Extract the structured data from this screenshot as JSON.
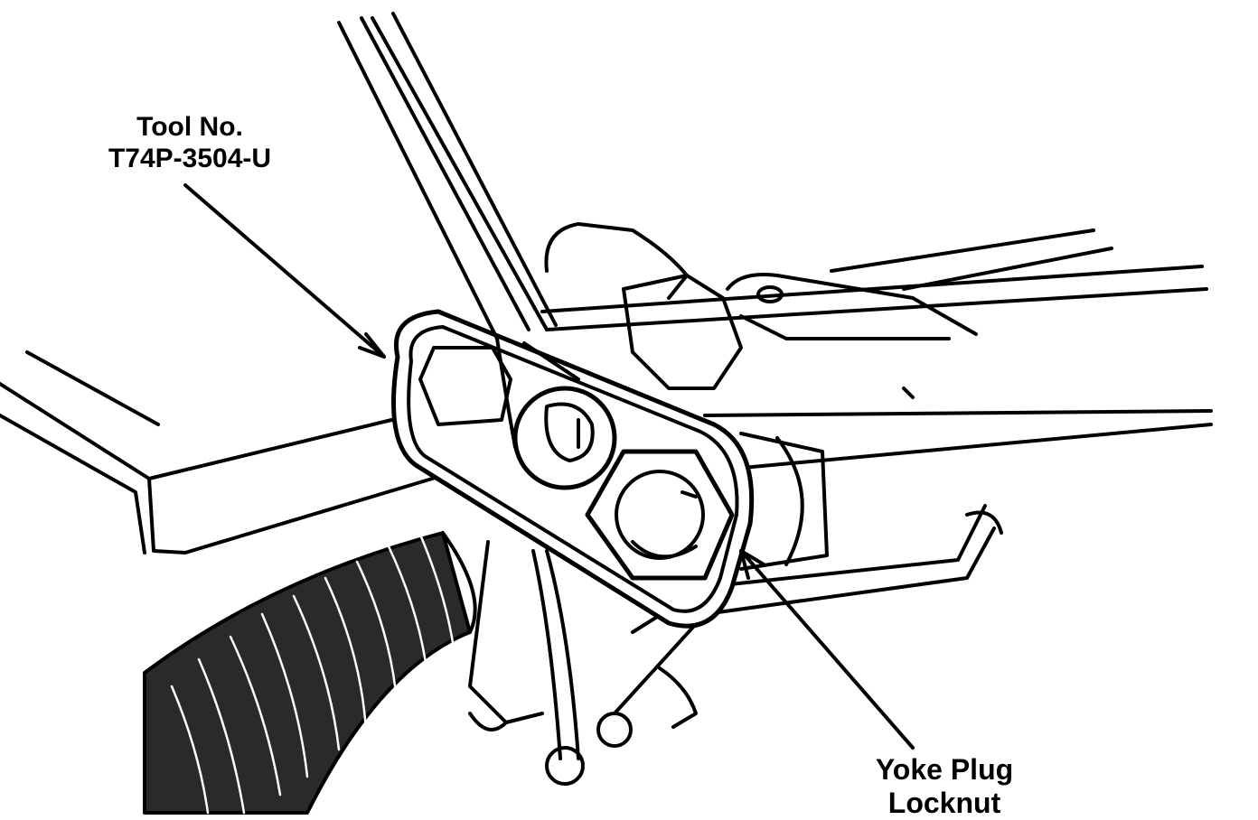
{
  "callouts": {
    "tool": {
      "line1": "Tool No.",
      "line2": "T74P-3504-U"
    },
    "yoke": {
      "line1": "Yoke Plug",
      "line2": "Locknut"
    }
  },
  "colors": {
    "ink": "#000000",
    "paper": "#ffffff",
    "boot": "#2a2a2a"
  },
  "parts": [
    "steering-rack-housing",
    "adjuster-tool",
    "socket-wrench",
    "bellows-boot",
    "yoke-plug-locknut",
    "hydraulic-lines",
    "mounting-bracket"
  ]
}
